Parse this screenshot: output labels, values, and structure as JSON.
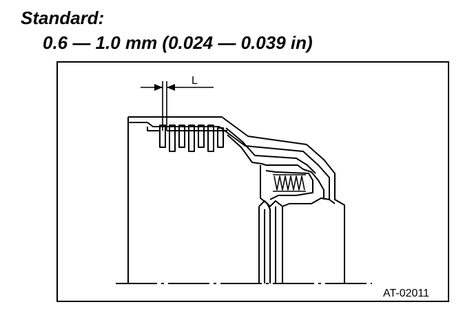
{
  "spec": {
    "title": "Standard:",
    "value": "0.6 — 1.0 mm (0.024 — 0.039 in)"
  },
  "diagram": {
    "dimension_label": "L",
    "figure_code": "AT-02011"
  }
}
